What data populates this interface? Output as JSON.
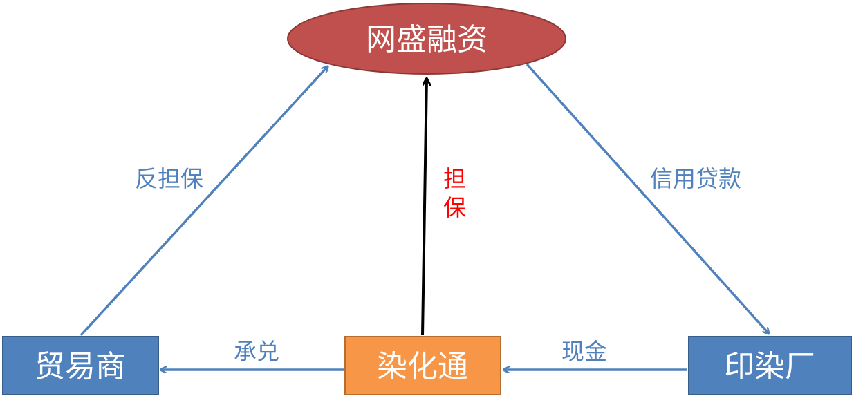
{
  "nodes": {
    "top": {
      "label": "网盛融资"
    },
    "left": {
      "label": "贸易商"
    },
    "center": {
      "label": "染化通"
    },
    "right": {
      "label": "印染厂"
    }
  },
  "edges": {
    "left_to_top": {
      "label": "反担保"
    },
    "center_to_top": {
      "label_line1": "担",
      "label_line2": "保"
    },
    "top_to_right": {
      "label": "信用贷款"
    },
    "center_to_left": {
      "label": "承兑"
    },
    "right_to_center": {
      "label": "现金"
    }
  },
  "colors": {
    "top_fill": "#c0504d",
    "top_stroke": "#8c3836",
    "blue_fill": "#4f81bd",
    "blue_stroke": "#385d8a",
    "orange_fill": "#f79646",
    "orange_stroke": "#b66d31",
    "blue_arrow": "#4f81bd",
    "black_arrow": "#000000",
    "blue_label": "#4f81bd",
    "red_label": "#ff0000"
  }
}
